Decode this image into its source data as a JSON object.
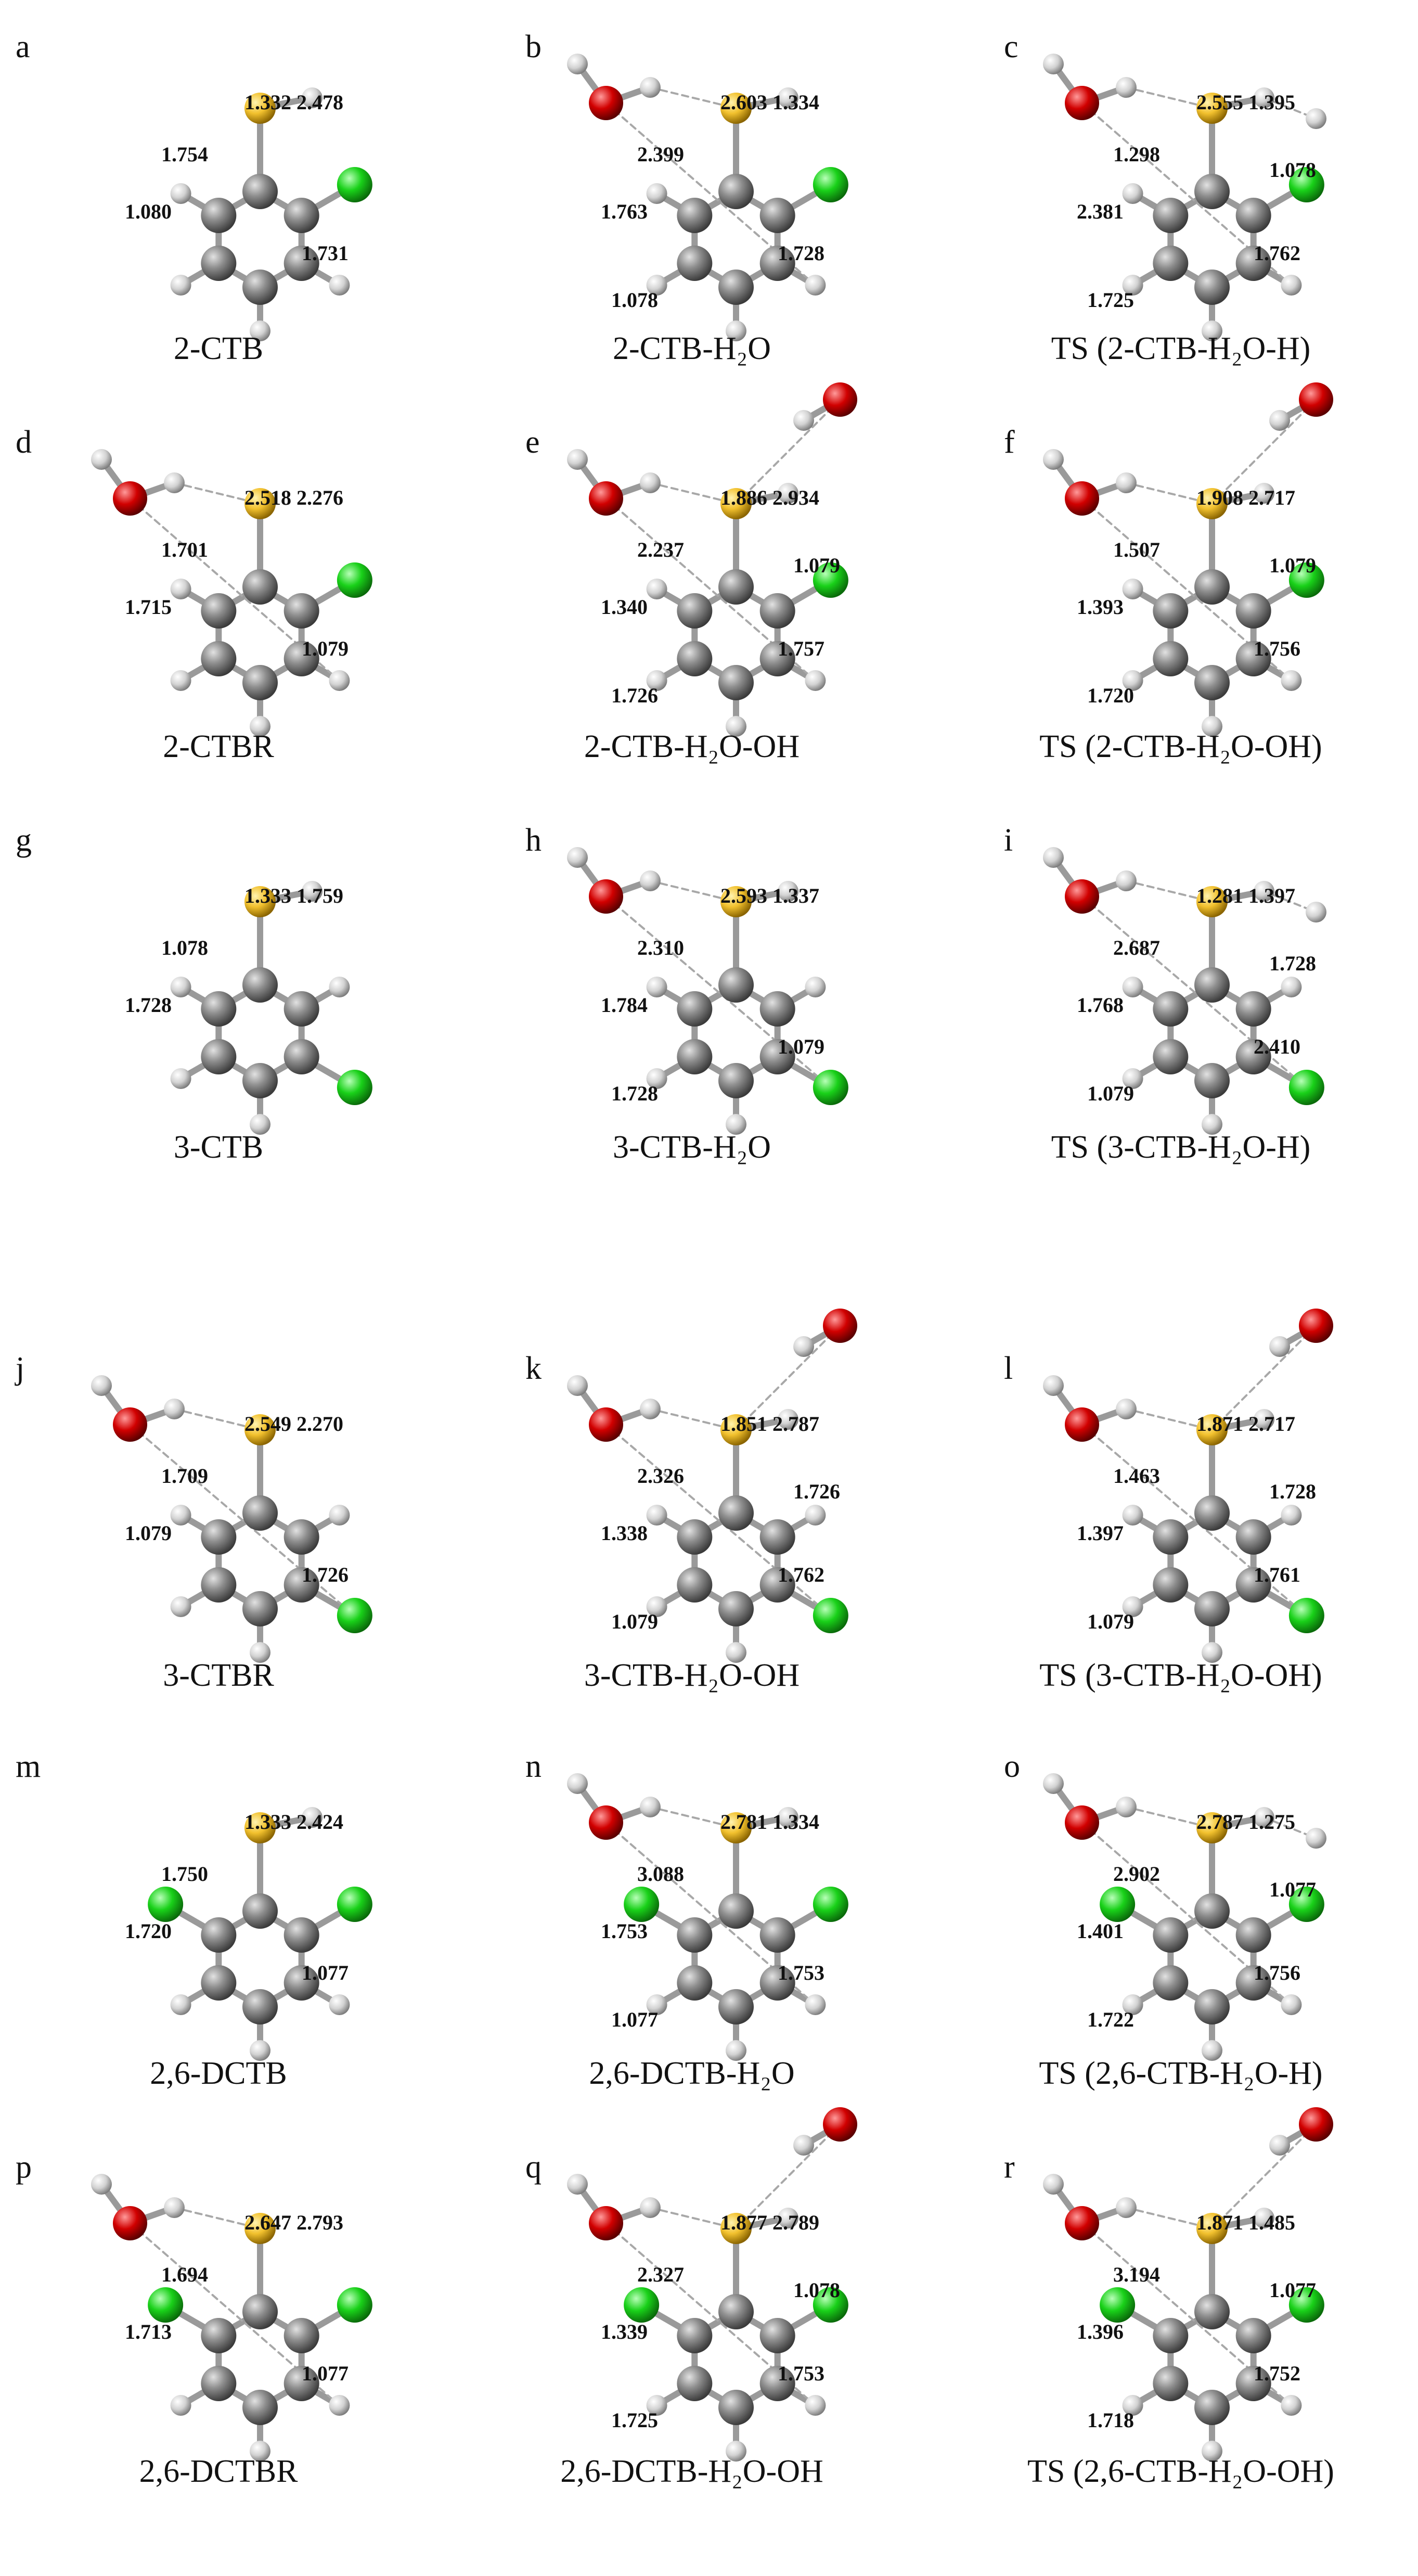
{
  "colors": {
    "carbon": "#858585",
    "hydrogen": "#dcdcdc",
    "sulfur": "#f2c12e",
    "chlorine": "#19d119",
    "oxygen": "#d10000",
    "bond": "#9a9a9a",
    "hbond": "#a8a8a8"
  },
  "figure": {
    "panels": [
      {
        "label": "a",
        "name": "2-CTB",
        "lengths": [
          "1.332",
          "2.478",
          "1.754",
          "1.080",
          "1.731"
        ]
      },
      {
        "label": "b",
        "name": "2-CTB-H₂O",
        "lengths": [
          "2.603",
          "1.334",
          "2.399",
          "1.763",
          "1.728",
          "1.078"
        ]
      },
      {
        "label": "c",
        "name": "TS (2-CTB-H₂O-H)",
        "lengths": [
          "2.555",
          "1.395",
          "1.298",
          "2.381",
          "1.762",
          "1.725",
          "1.078"
        ]
      },
      {
        "label": "d",
        "name": "2-CTBR",
        "lengths": [
          "2.518",
          "2.276",
          "1.701",
          "1.715",
          "1.079"
        ]
      },
      {
        "label": "e",
        "name": "2-CTB-H₂O-OH",
        "lengths": [
          "1.886",
          "2.934",
          "2.237",
          "1.340",
          "1.757",
          "1.726",
          "1.079"
        ]
      },
      {
        "label": "f",
        "name": "TS (2-CTB-H₂O-OH)",
        "lengths": [
          "1.908",
          "2.717",
          "1.507",
          "1.393",
          "1.756",
          "1.720",
          "1.079"
        ]
      },
      {
        "label": "g",
        "name": "3-CTB",
        "lengths": [
          "1.333",
          "1.759",
          "1.078",
          "1.728"
        ]
      },
      {
        "label": "h",
        "name": "3-CTB-H₂O",
        "lengths": [
          "2.593",
          "1.337",
          "2.310",
          "1.784",
          "1.079",
          "1.728"
        ]
      },
      {
        "label": "i",
        "name": "TS (3-CTB-H₂O-H)",
        "lengths": [
          "1.281",
          "1.397",
          "2.687",
          "1.768",
          "2.410",
          "1.079",
          "1.728"
        ]
      },
      {
        "label": "j",
        "name": "3-CTBR",
        "lengths": [
          "2.549",
          "2.270",
          "1.709",
          "1.079",
          "1.726"
        ]
      },
      {
        "label": "k",
        "name": "3-CTB-H₂O-OH",
        "lengths": [
          "1.851",
          "2.787",
          "2.326",
          "1.338",
          "1.762",
          "1.079",
          "1.726"
        ]
      },
      {
        "label": "l",
        "name": "TS (3-CTB-H₂O-OH)",
        "lengths": [
          "1.871",
          "2.717",
          "1.463",
          "1.397",
          "1.761",
          "1.079",
          "1.728"
        ]
      },
      {
        "label": "m",
        "name": "2,6-DCTB",
        "lengths": [
          "1.333",
          "2.424",
          "1.750",
          "1.720",
          "1.077"
        ]
      },
      {
        "label": "n",
        "name": "2,6-DCTB-H₂O",
        "lengths": [
          "2.781",
          "1.334",
          "3.088",
          "1.753",
          "1.753",
          "1.077"
        ]
      },
      {
        "label": "o",
        "name": "TS (2,6-CTB-H₂O-H)",
        "lengths": [
          "2.787",
          "1.275",
          "2.902",
          "1.401",
          "1.756",
          "1.722",
          "1.077"
        ]
      },
      {
        "label": "p",
        "name": "2,6-DCTBR",
        "lengths": [
          "2.647",
          "2.793",
          "1.694",
          "1.713",
          "1.077"
        ]
      },
      {
        "label": "q",
        "name": "2,6-DCTB-H₂O-OH",
        "lengths": [
          "1.877",
          "2.789",
          "2.327",
          "1.339",
          "1.753",
          "1.725",
          "1.078"
        ]
      },
      {
        "label": "r",
        "name": "TS (2,6-CTB-H₂O-OH)",
        "lengths": [
          "1.871",
          "1.485",
          "3.194",
          "1.396",
          "1.752",
          "1.718",
          "1.077"
        ]
      }
    ]
  }
}
